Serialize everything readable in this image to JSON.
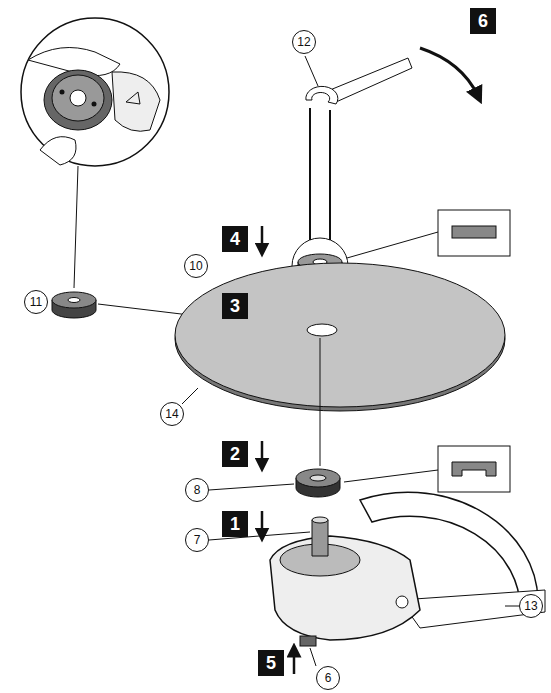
{
  "diagram": {
    "nodes": [
      {
        "text": [
          "6"
        ]
      },
      {
        "text": [
          "4"
        ]
      },
      {
        "text": [
          "3"
        ]
      },
      {
        "text": [
          "2"
        ]
      },
      {
        "text": [
          "1"
        ]
      },
      {
        "text": [
          "5"
        ]
      }
    ],
    "labels": [
      "12",
      "11",
      "10",
      "14",
      "8",
      "7",
      "13",
      "6"
    ]
  }
}
